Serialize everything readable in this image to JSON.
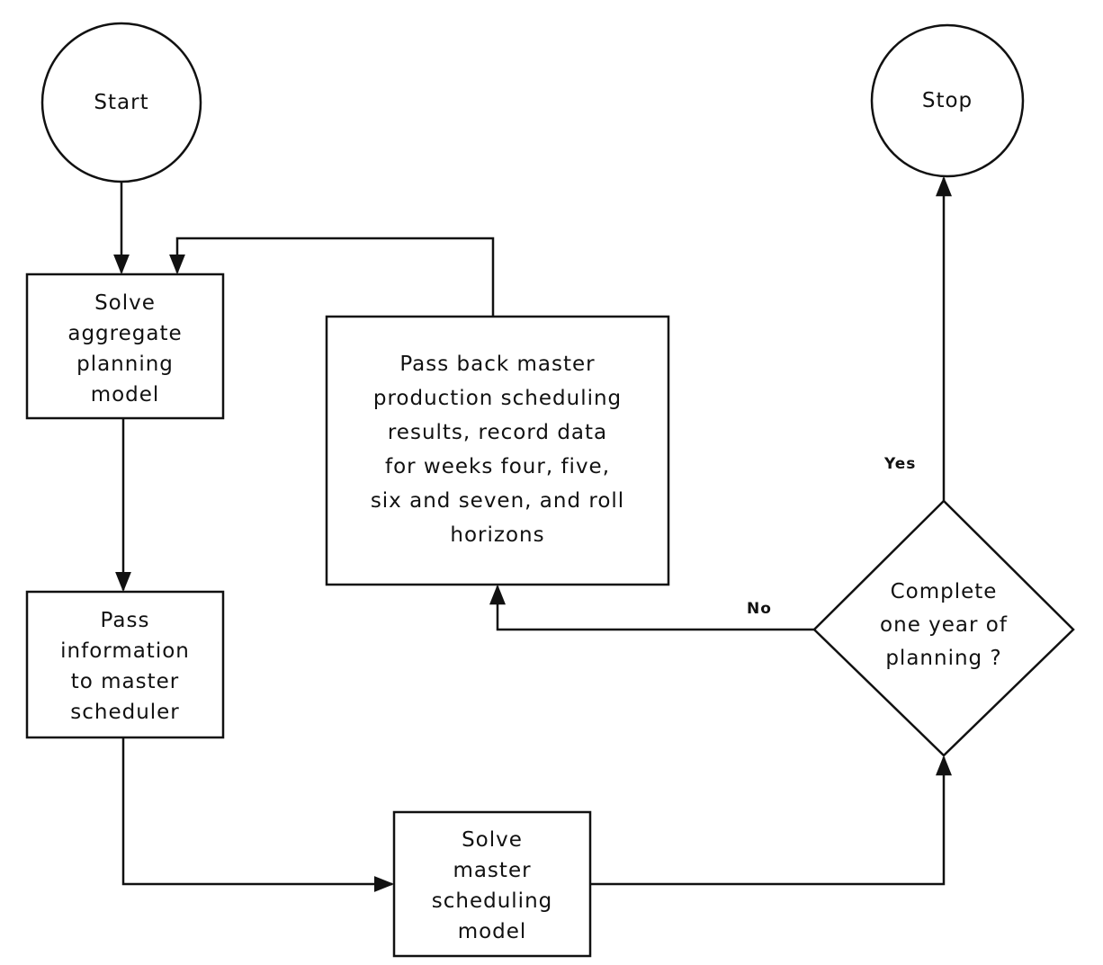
{
  "diagram": {
    "nodes": {
      "start": "Start",
      "stop": "Stop",
      "solve_aggregate": [
        "Solve",
        "aggregate",
        "planning",
        "model"
      ],
      "pass_information": [
        "Pass",
        "information",
        "to master",
        "scheduler"
      ],
      "solve_master": [
        "Solve",
        "master",
        "scheduling",
        "model"
      ],
      "pass_back": [
        "Pass back master",
        "production scheduling",
        "results, record data",
        "for weeks four, five,",
        "six and seven, and roll",
        "horizons"
      ],
      "decision": [
        "Complete",
        "one year of",
        "planning ?"
      ]
    },
    "edge_labels": {
      "yes": "Yes",
      "no": "No"
    }
  }
}
